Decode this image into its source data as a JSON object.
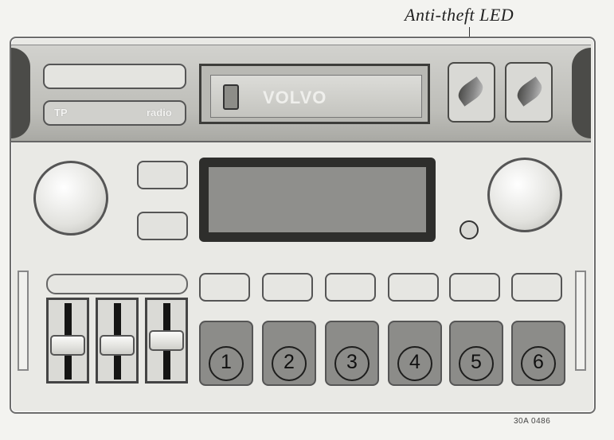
{
  "callout": {
    "anti_theft_led": "Anti-theft LED"
  },
  "figure_code": "30A 0486",
  "radio": {
    "brand": "VOLVO",
    "tp_label": "TP",
    "radio_label": "radio",
    "presets": [
      "1",
      "2",
      "3",
      "4",
      "5",
      "6"
    ]
  }
}
